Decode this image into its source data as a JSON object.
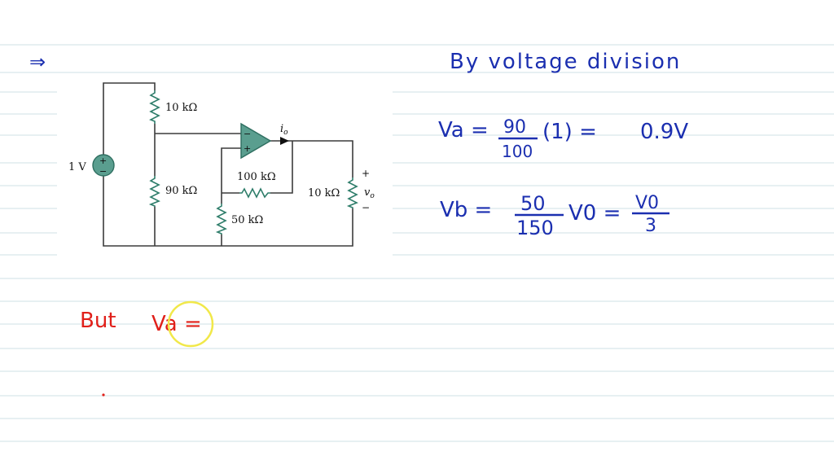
{
  "arrow_symbol": "⇒",
  "circuit": {
    "source_label": "1 V",
    "source_plus": "+",
    "source_minus": "−",
    "r1_label": "10 kΩ",
    "r2_label": "90 kΩ",
    "r3_label": "100 kΩ",
    "r4_label": "50 kΩ",
    "r5_label": "10 kΩ",
    "opamp_minus": "−",
    "opamp_plus": "+",
    "current_label": "i",
    "current_sub": "o",
    "vo_plus": "+",
    "vo_minus": "−",
    "vo_label": "v",
    "vo_sub": "o"
  },
  "notes": {
    "heading": "By voltage division",
    "eq1_lhs": "Va =",
    "eq1_num": "90",
    "eq1_den": "100",
    "eq1_rest": "(1) =",
    "eq1_result": "0.9V",
    "eq2_lhs": "Vb =",
    "eq2_num": "50",
    "eq2_den": "150",
    "eq2_mid": "V0 =",
    "eq2_num2": "V0",
    "eq2_den2": "3",
    "but_text": "But",
    "but_expr": "Va ="
  },
  "colors": {
    "ink_blue": "#1b2fb0",
    "ink_red": "#e0201a",
    "opamp_fill": "#5a9e8f",
    "cursor_ring": "#f1e84a"
  }
}
